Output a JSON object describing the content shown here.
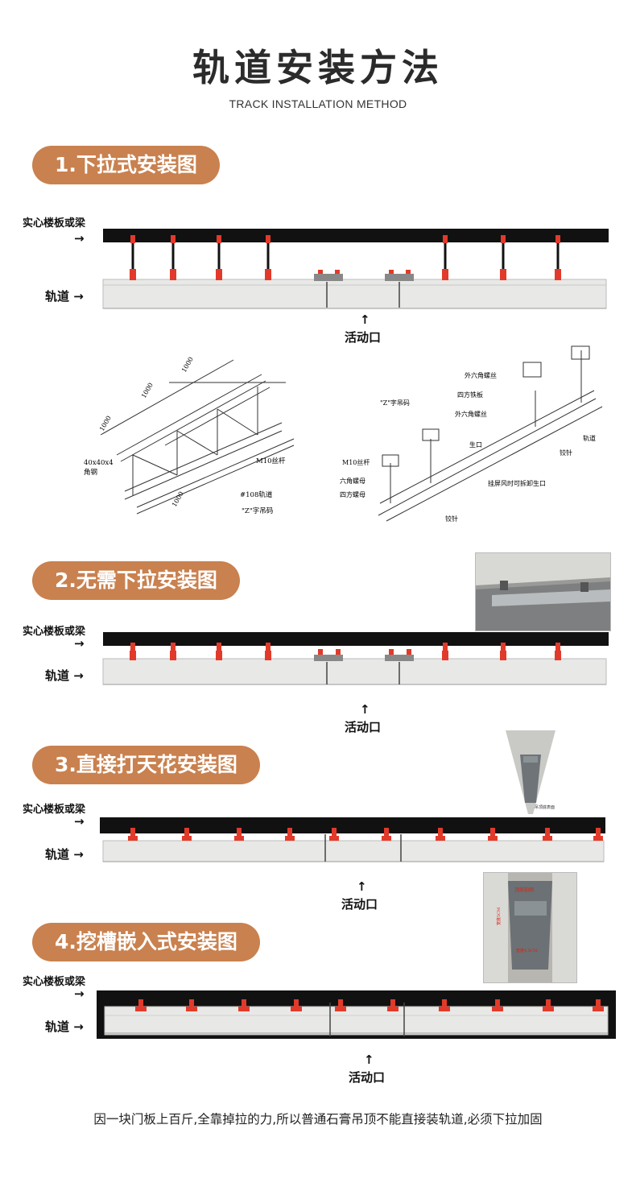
{
  "title": "轨道安装方法",
  "subtitle": "TRACK INSTALLATION METHOD",
  "sections": [
    {
      "heading": "1.下拉式安装图",
      "slab_label": "实心楼板或梁",
      "track_label": "轨道 →",
      "gap_label": "活动口"
    },
    {
      "heading": "2.无需下拉安装图",
      "slab_label": "实心楼板或梁",
      "track_label": "轨道 →",
      "gap_label": "活动口"
    },
    {
      "heading": "3.直接打天花安装图",
      "slab_label": "实心楼板或梁",
      "track_label": "轨道 →",
      "gap_label": "活动口"
    },
    {
      "heading": "4.挖槽嵌入式安装图",
      "slab_label": "实心楼板或梁",
      "track_label": "轨道 →",
      "gap_label": "活动口"
    }
  ],
  "arrow_glyph": "→",
  "up_arrow_glyph": "↑",
  "iso_left": {
    "dims": [
      "1000",
      "1000",
      "1000",
      "1000"
    ],
    "angle_steel": [
      "40x40x4",
      "角钢"
    ],
    "labels": [
      "M10丝杆",
      "#108轨道",
      "\"Z\"字吊码"
    ]
  },
  "iso_right": {
    "labels": [
      "外六角螺丝",
      "四方铁板",
      "外六角螺丝",
      "\"Z\"字吊码",
      "轨道",
      "M10丝杆",
      "六角螺母",
      "四方螺母",
      "生口",
      "铰针",
      "挂屏风时可拆卸生口",
      "铰针"
    ]
  },
  "photo3_caption": "吊顶底表面",
  "photo4_labels": [
    "顶部加固",
    "宽度5CM",
    "宽度4.5CM"
  ],
  "footer": "因一块门板上百斤,全靠掉拉的力,所以普通石膏吊顶不能直接装轨道,必须下拉加固",
  "colors": {
    "accent": "#c9814f",
    "slab": "#111111",
    "hanger": "#e23a2a",
    "track": "#e8e8e6"
  }
}
